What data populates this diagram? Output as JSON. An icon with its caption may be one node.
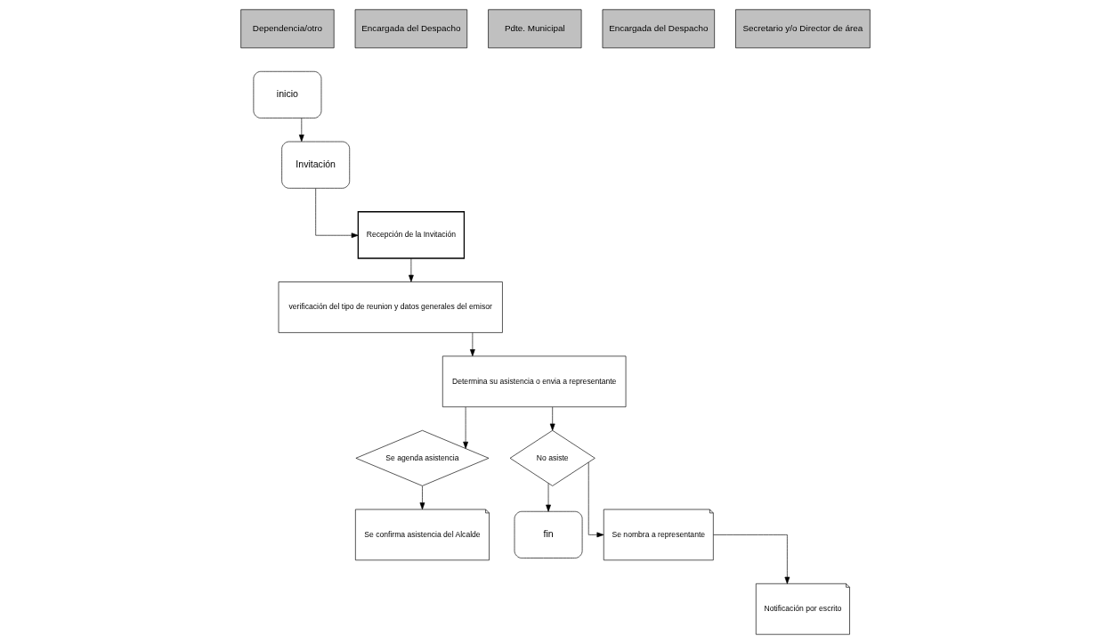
{
  "diagram": {
    "nodes": [
      {
        "text": [
          "Dependencia/otro"
        ]
      },
      {
        "text": [
          "Encargada del Despacho"
        ]
      },
      {
        "text": [
          "Pdte. Municipal"
        ]
      },
      {
        "text": [
          "Encargada del Despacho"
        ]
      },
      {
        "text": [
          "Secretario y/o Director de área"
        ]
      },
      {
        "text": [
          "inicio"
        ]
      },
      {
        "text": [
          "Invitación"
        ]
      },
      {
        "text": [
          "Recepción de la Invitación"
        ]
      },
      {
        "text": [
          "verificación del tipo de reunion y datos generales del emisor"
        ]
      },
      {
        "text": [
          "Determina su asistencia o envia a representante"
        ]
      },
      {
        "text": [
          "No asiste"
        ]
      },
      {
        "text": [
          "fin"
        ]
      },
      {
        "text": [
          "Se nombra a representante"
        ]
      },
      {
        "text": [
          "Se agenda asistencia"
        ]
      },
      {
        "text": [
          "Se confirma asistencia del Alcalde"
        ]
      },
      {
        "text": [
          "Notificación por escrito"
        ]
      }
    ],
    "edges": [
      {
        "from": 5,
        "to": 6,
        "arrow": "to"
      },
      {
        "from": 6,
        "to": 7,
        "arrow": "to"
      },
      {
        "from": 7,
        "to": 8,
        "arrow": "to"
      },
      {
        "from": 8,
        "to": 9,
        "arrow": "to"
      },
      {
        "from": 9,
        "to": 10,
        "arrow": "to"
      },
      {
        "from": 9,
        "to": 13,
        "arrow": "to"
      },
      {
        "from": 10,
        "to": 12,
        "arrow": "to"
      },
      {
        "from": 10,
        "to": 11,
        "arrow": "to"
      },
      {
        "from": 12,
        "to": 15,
        "arrow": "to"
      },
      {
        "from": 13,
        "to": 14,
        "arrow": "to"
      }
    ]
  }
}
